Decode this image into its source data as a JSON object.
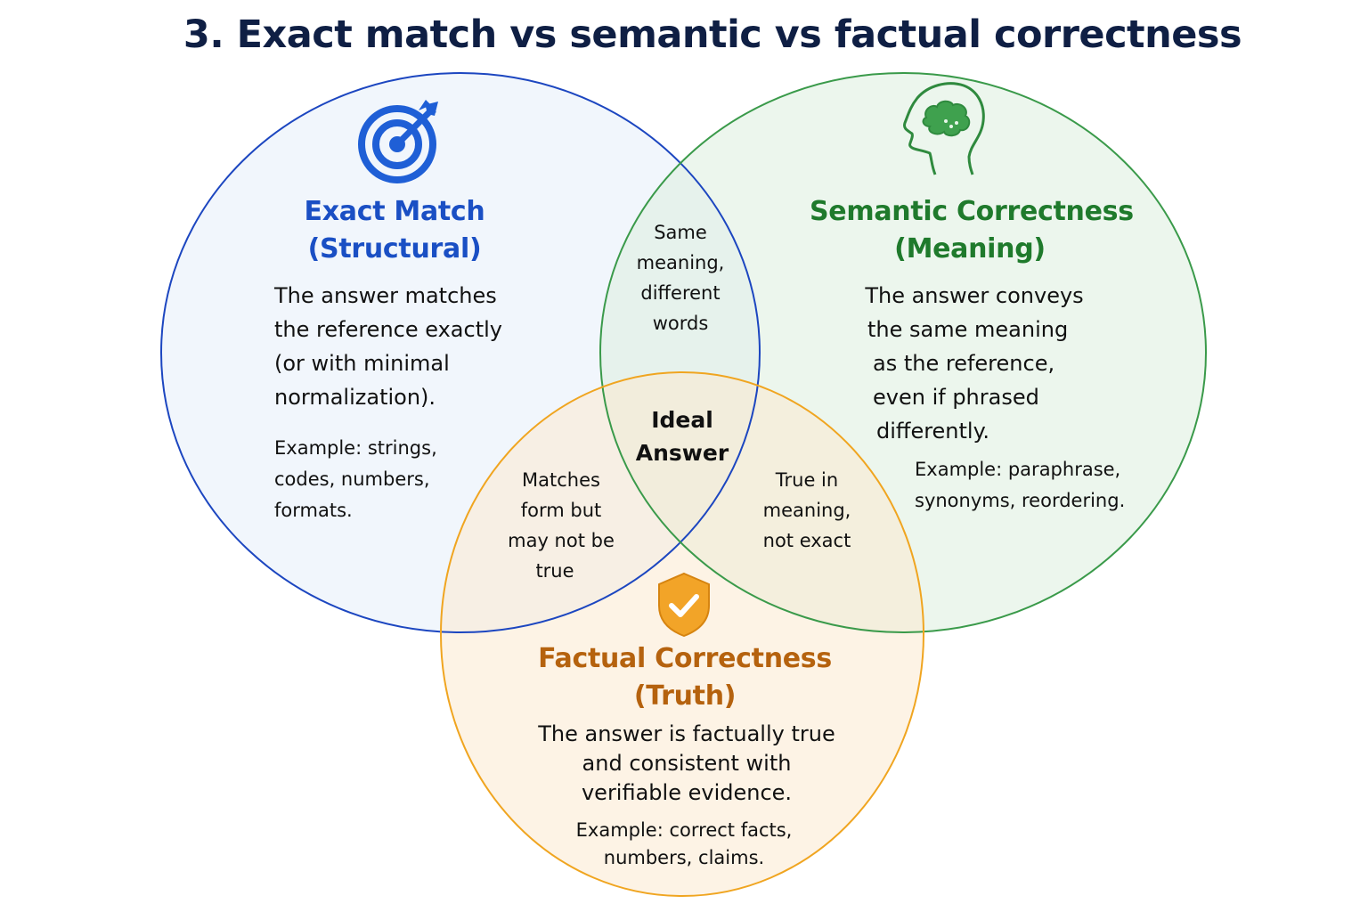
{
  "title": "3. Exact match vs semantic vs factual correctness",
  "colors": {
    "exact": "#1a4fc4",
    "semantic": "#1f7a2c",
    "factual": "#b5620e",
    "title": "#0f1f44",
    "shield": "#f0a020"
  },
  "exact_match": {
    "icon": "target-icon",
    "heading": [
      "Exact Match",
      "(Structural)"
    ],
    "description": [
      "The answer matches",
      "the reference exactly",
      "(or with minimal",
      "normalization)."
    ],
    "example": [
      "Example: strings,",
      "codes, numbers,",
      "formats."
    ]
  },
  "semantic": {
    "icon": "brain-head-icon",
    "heading": [
      "Semantic Correctness",
      "(Meaning)"
    ],
    "description": [
      "The answer conveys",
      "the same meaning",
      "as the reference,",
      "even if phrased",
      "differently."
    ],
    "example": [
      "Example: paraphrase,",
      "synonyms, reordering."
    ]
  },
  "factual": {
    "icon": "shield-check-icon",
    "heading": [
      "Factual Correctness",
      "(Truth)"
    ],
    "description": [
      "The answer is factually true",
      "and consistent with",
      "verifiable evidence."
    ],
    "example": [
      "Example: correct facts,",
      "numbers, claims."
    ]
  },
  "overlaps": {
    "exact_semantic": [
      "Same",
      "meaning,",
      "different",
      "words"
    ],
    "exact_factual": [
      "Matches",
      "form but",
      "may not be",
      "true"
    ],
    "semantic_factual": [
      "True in",
      "meaning,",
      "not exact"
    ],
    "center": [
      "Ideal",
      "Answer"
    ]
  }
}
